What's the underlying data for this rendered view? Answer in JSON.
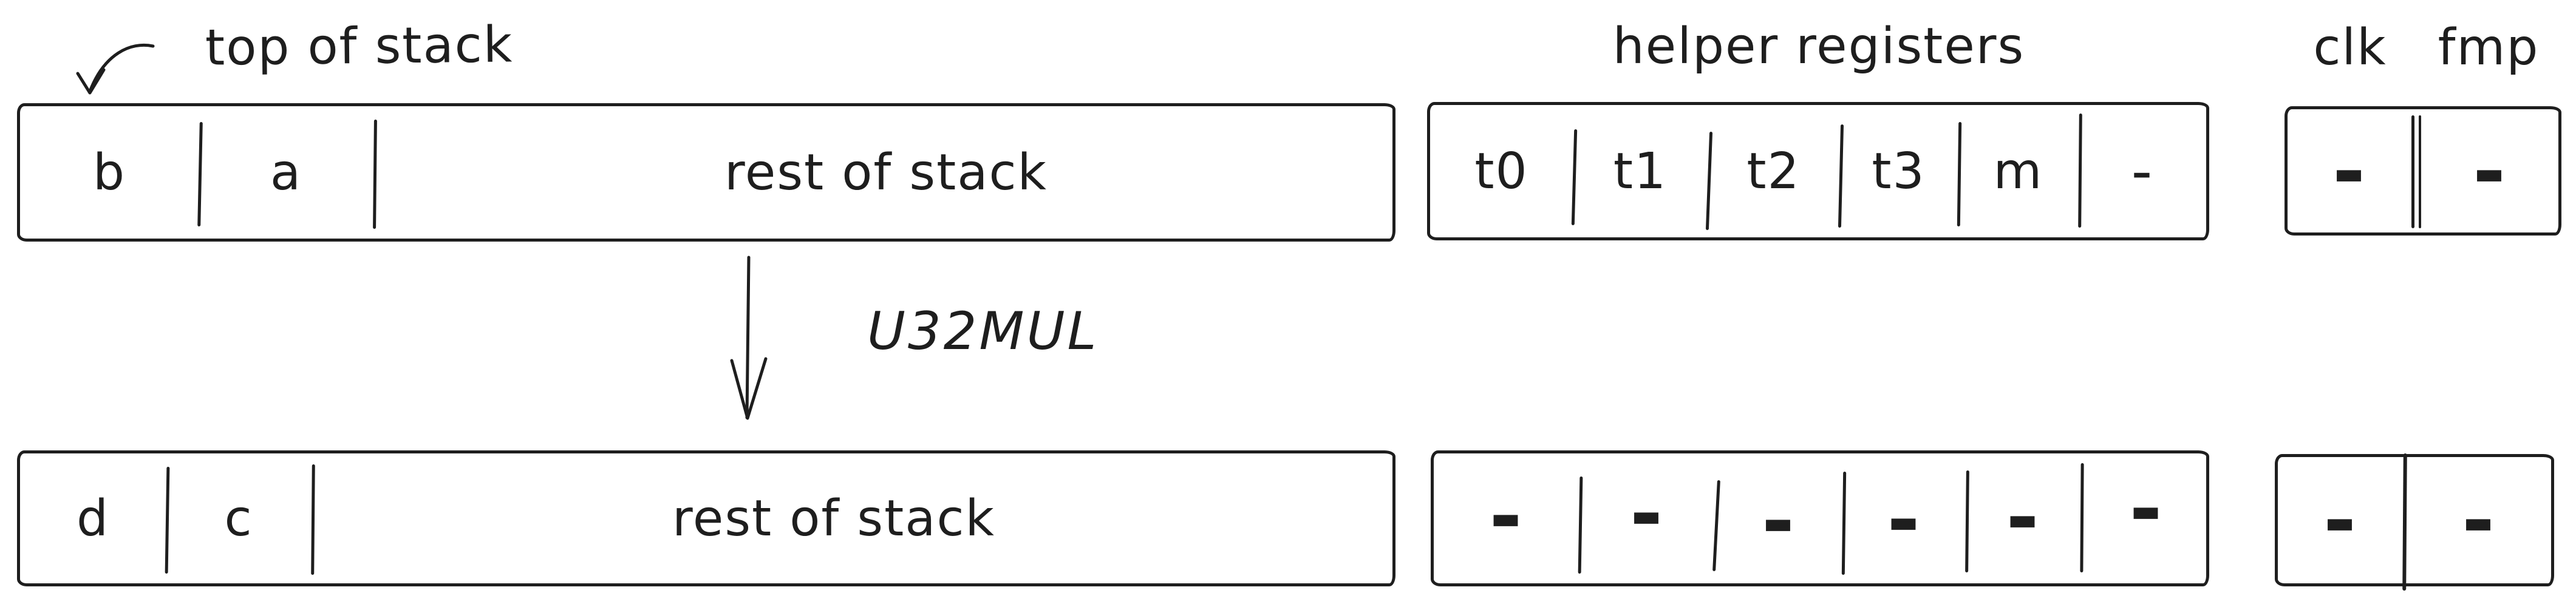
{
  "colors": {
    "ink": "#1e1e1e",
    "background": "#ffffff"
  },
  "annotations": {
    "top_of_stack": "top of stack",
    "operation": "U32MUL",
    "helper_registers": "helper registers",
    "clk": "clk",
    "fmp": "fmp"
  },
  "before": {
    "stack": {
      "cells": [
        "b",
        "a",
        "rest of stack"
      ]
    },
    "helpers": {
      "cells": [
        "t0",
        "t1",
        "t2",
        "t3",
        "m",
        "-"
      ]
    },
    "clk_fmp": {
      "cells": [
        "-",
        "-"
      ]
    }
  },
  "after": {
    "stack": {
      "cells": [
        "d",
        "c",
        "rest of stack"
      ]
    },
    "helpers": {
      "cells": [
        "-",
        "-",
        "-",
        "-",
        "-",
        "-"
      ]
    },
    "clk_fmp": {
      "cells": [
        "-",
        "-"
      ]
    }
  }
}
